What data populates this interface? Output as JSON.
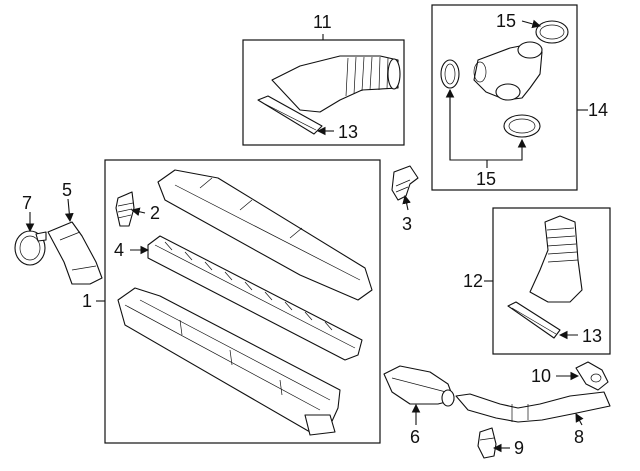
{
  "diagram": {
    "callouts": {
      "c1": "1",
      "c2": "2",
      "c3": "3",
      "c4": "4",
      "c5": "5",
      "c6": "6",
      "c7": "7",
      "c8": "8",
      "c9": "9",
      "c10": "10",
      "c11": "11",
      "c12": "12",
      "c13a": "13",
      "c13b": "13",
      "c14": "14",
      "c15a": "15",
      "c15b": "15"
    }
  }
}
